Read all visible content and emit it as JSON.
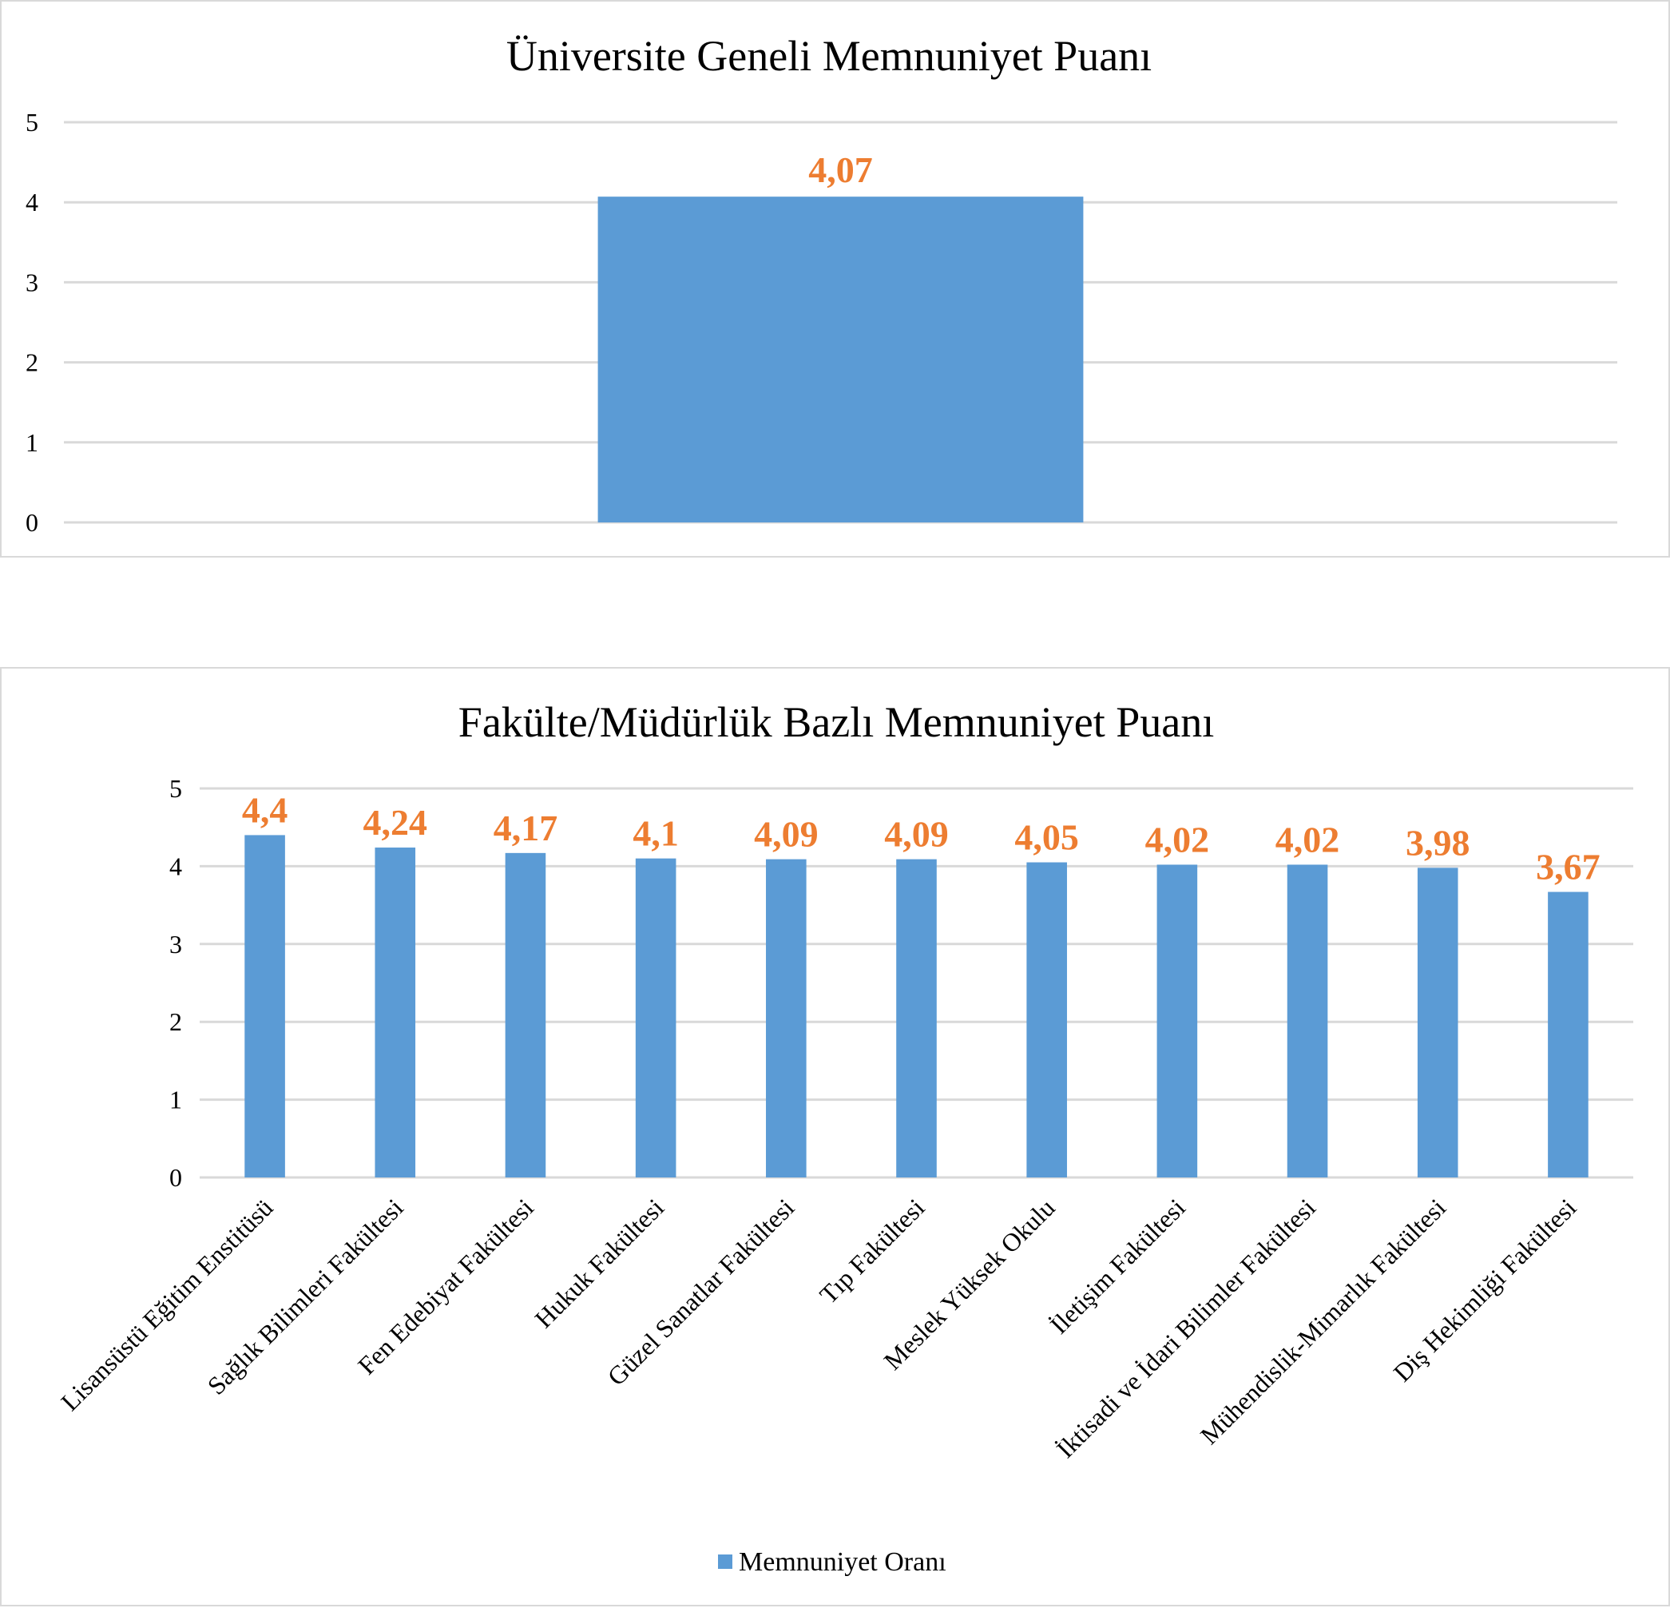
{
  "colors": {
    "bar": "#5B9BD5",
    "data_label": "#ED7D31",
    "grid": "#D9D9D9"
  },
  "chart_data": [
    {
      "type": "bar",
      "title": "Üniversite Geneli Memnuniyet Puanı",
      "categories": [
        ""
      ],
      "series": [
        {
          "values": [
            4.07
          ]
        }
      ],
      "data_labels": [
        "4,07"
      ],
      "ylim": [
        0,
        5
      ],
      "yticks": [
        "0",
        "1",
        "2",
        "3",
        "4",
        "5"
      ],
      "grid": true,
      "legend": false
    },
    {
      "type": "bar",
      "title": "Fakülte/Müdürlük Bazlı Memnuniyet Puanı",
      "categories": [
        "Lisansüstü Eğitim Enstitüsü",
        "Sağlık Bilimleri Fakültesi",
        "Fen Edebiyat Fakültesi",
        "Hukuk Fakültesi",
        "Güzel Sanatlar Fakültesi",
        "Tıp Fakültesi",
        "Meslek Yüksek Okulu",
        "İletişim Fakültesi",
        "İktisadi ve İdari Bilimler Fakültesi",
        "Mühendislik-Mimarlık Fakültesi",
        "Diş Hekimliği Fakültesi"
      ],
      "series": [
        {
          "name": "Memnuniyet Oranı",
          "values": [
            4.4,
            4.24,
            4.17,
            4.1,
            4.09,
            4.09,
            4.05,
            4.02,
            4.02,
            3.98,
            3.67
          ]
        }
      ],
      "data_labels": [
        "4,4",
        "4,24",
        "4,17",
        "4,1",
        "4,09",
        "4,09",
        "4,05",
        "4,02",
        "4,02",
        "3,98",
        "3,67"
      ],
      "ylim": [
        0,
        5
      ],
      "yticks": [
        "0",
        "1",
        "2",
        "3",
        "4",
        "5"
      ],
      "grid": true,
      "legend": "bottom"
    }
  ]
}
